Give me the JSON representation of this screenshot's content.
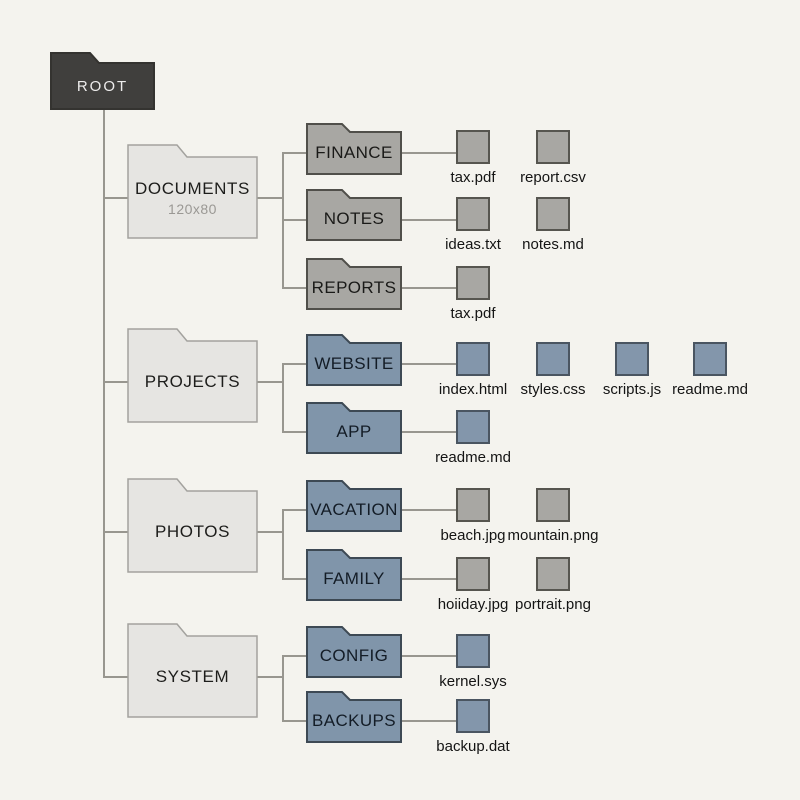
{
  "diagram_title": "file-system-tree",
  "colors": {
    "background": "#f4f3ee",
    "root_folder": "#403f3d",
    "parent_folder": "#e6e5e2",
    "gray_folder": "#a8a7a3",
    "blue_folder": "#8095aa",
    "gray_file": "#a8a7a3",
    "blue_file": "#8396ab",
    "connector_line": "#98968f"
  },
  "tree": {
    "root_label": "ROOT",
    "branches": [
      {
        "label": "DOCUMENTS",
        "sublabel": "120x80",
        "children": [
          {
            "label": "FINANCE",
            "files": [
              "tax.pdf",
              "report.csv"
            ]
          },
          {
            "label": "NOTES",
            "files": [
              "ideas.txt",
              "notes.md"
            ]
          },
          {
            "label": "REPORTS",
            "files": [
              "tax.pdf"
            ]
          }
        ]
      },
      {
        "label": "PROJECTS",
        "children": [
          {
            "label": "WEBSITE",
            "files": [
              "index.html",
              "styles.css",
              "scripts.js",
              "readme.md"
            ]
          },
          {
            "label": "APP",
            "files": [
              "readme.md"
            ]
          }
        ]
      },
      {
        "label": "PHOTOS",
        "children": [
          {
            "label": "VACATION",
            "files": [
              "beach.jpg",
              "mountain.png"
            ]
          },
          {
            "label": "FAMILY",
            "files": [
              "hoiiday.jpg",
              "portrait.png"
            ]
          }
        ]
      },
      {
        "label": "SYSTEM",
        "children": [
          {
            "label": "CONFIG",
            "files": [
              "kernel.sys"
            ]
          },
          {
            "label": "BACKUPS",
            "files": [
              "backup.dat"
            ]
          }
        ]
      }
    ]
  }
}
